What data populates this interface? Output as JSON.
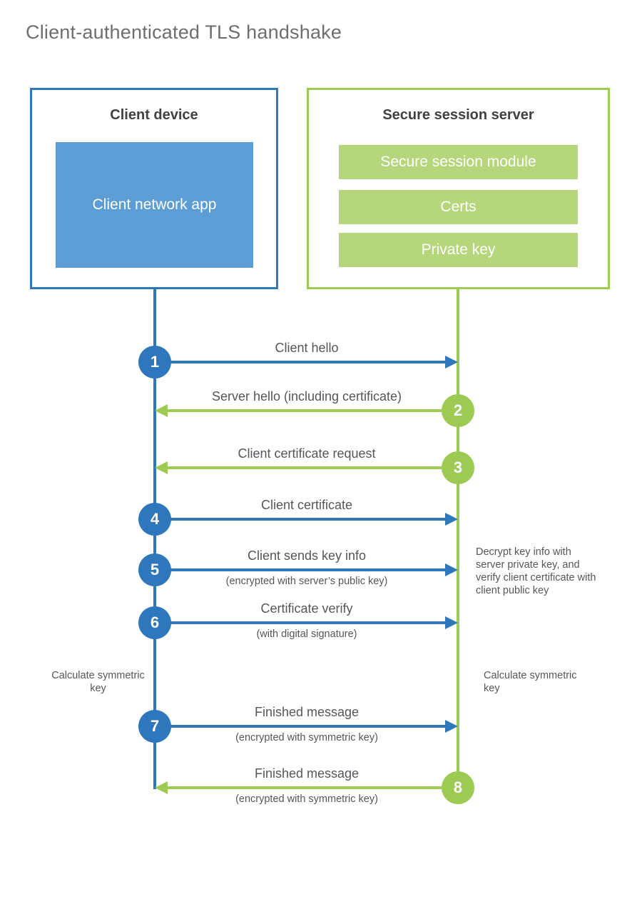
{
  "title": "Client-authenticated TLS handshake",
  "colors": {
    "blue_accent": "#2e77bd",
    "blue_fill": "#5c9dd6",
    "green_accent": "#9cca52",
    "green_fill": "#b5d67a",
    "title_gray": "#6d6e71",
    "label_gray": "#55565a",
    "header_dark": "#414042"
  },
  "client": {
    "title": "Client device",
    "app_label": "Client network app"
  },
  "server": {
    "title": "Secure session server",
    "modules": [
      "Secure session module",
      "Certs",
      "Private key"
    ]
  },
  "messages": [
    {
      "number": "1",
      "label": "Client hello",
      "direction": "right"
    },
    {
      "number": "2",
      "label": "Server hello (including certificate)",
      "direction": "left"
    },
    {
      "number": "3",
      "label": "Client certificate request",
      "direction": "left"
    },
    {
      "number": "4",
      "label": "Client certificate",
      "direction": "right"
    },
    {
      "number": "5",
      "label": "Client sends key info",
      "sub": "(encrypted with server’s public key)",
      "direction": "right"
    },
    {
      "number": "6",
      "label": "Certificate verify",
      "sub": "(with digital signature)",
      "direction": "right"
    },
    {
      "number": "7",
      "label": "Finished message",
      "sub": "(encrypted with symmetric key)",
      "direction": "right"
    },
    {
      "number": "8",
      "label": "Finished message",
      "sub": "(encrypted with symmetric key)",
      "direction": "left"
    }
  ],
  "annotations": {
    "server_note": "Decrypt key info with server private key, and verify client certificate with client public key",
    "client_calc": "Calculate symmetric key",
    "server_calc": "Calculate symmetric key"
  }
}
